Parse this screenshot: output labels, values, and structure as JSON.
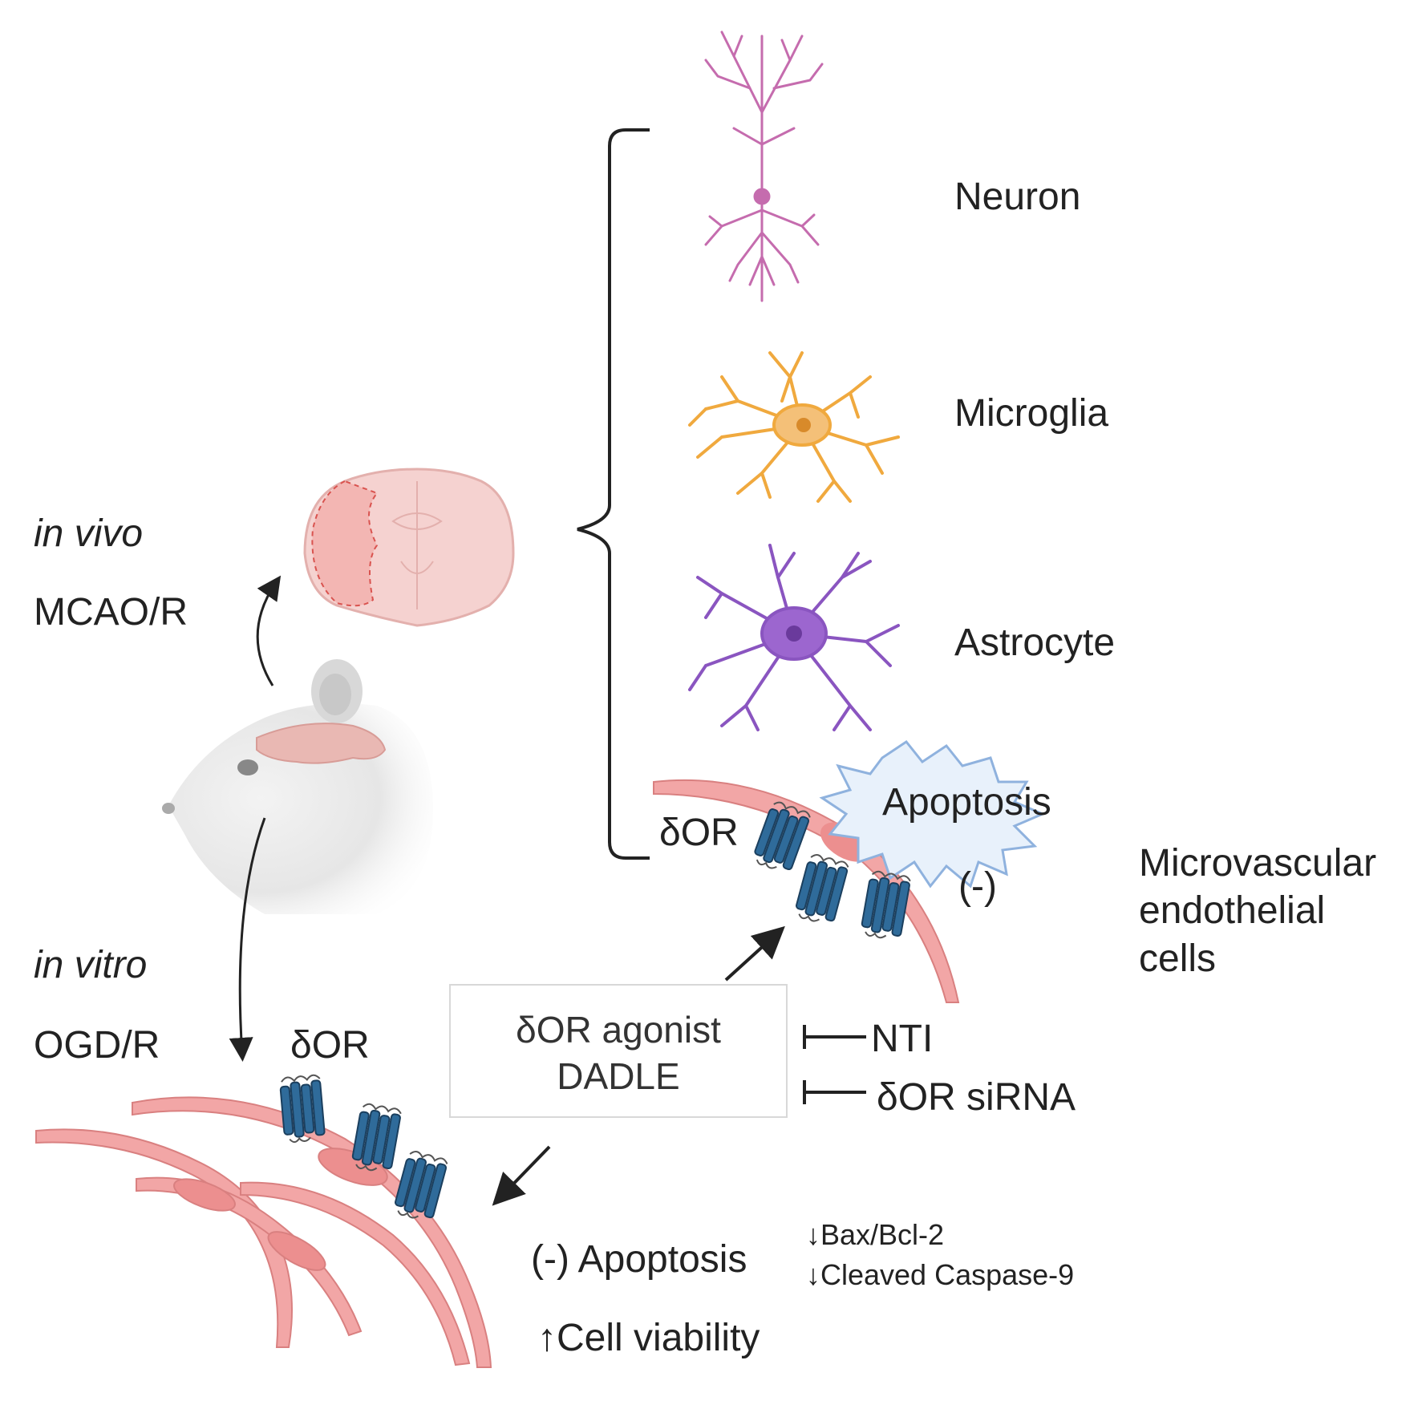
{
  "left": {
    "in_vivo": "in vivo",
    "mcao": "MCAO/R",
    "in_vitro": "in vitro",
    "ogd": "OGD/R",
    "dor_bottom": "δOR"
  },
  "cells": {
    "neuron": "Neuron",
    "microglia": "Microglia",
    "astrocyte": "Astrocyte",
    "dor_top": "δOR",
    "apoptosis_burst": "Apoptosis",
    "minus": "(-)",
    "mvec_line1": "Microvascular",
    "mvec_line2": "endothelial",
    "mvec_line3": "cells"
  },
  "agonist": {
    "line1": "δOR agonist",
    "line2": "DADLE"
  },
  "inhibitors": {
    "nti": "NTI",
    "sirna": "δOR siRNA"
  },
  "outcomes": {
    "apoptosis": "(-) Apoptosis",
    "bax": "↓Bax/Bcl-2",
    "caspase": "↓Cleaved Caspase-9",
    "viability": "↑Cell viability"
  },
  "colors": {
    "neuron": "#c56cae",
    "microglia": "#f0a93e",
    "astrocyte": "#8a55c0",
    "vessel": "#f2a6a6",
    "vessel_edge": "#d98080",
    "receptor": "#2f6b9a",
    "brain": "#f5d2d0",
    "burst_fill": "#e8f1fb",
    "burst_edge": "#8fb2de"
  }
}
